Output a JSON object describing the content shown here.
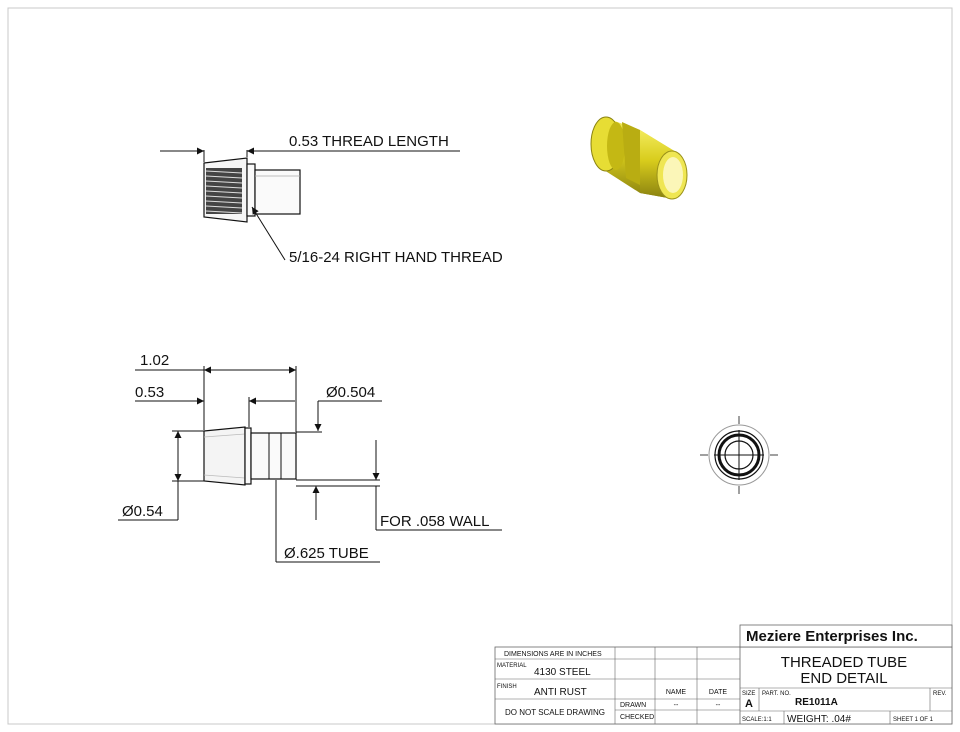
{
  "annotations": {
    "thread_length": "0.53 THREAD LENGTH",
    "thread_spec": "5/16-24 RIGHT HAND THREAD",
    "overall_length": "1.02",
    "threaded_length": "0.53",
    "tip_diameter": "Ø0.504",
    "thread_diameter": "Ø0.54",
    "wall": "FOR .058 WALL",
    "tube": "Ø.625 TUBE"
  },
  "title_block": {
    "company": "Meziere Enterprises Inc.",
    "title_line1": "THREADED TUBE",
    "title_line2": "END DETAIL",
    "dimensions_note": "DIMENSIONS ARE IN INCHES",
    "material_label": "MATERIAL",
    "material": "4130 STEEL",
    "finish_label": "FINISH",
    "finish": "ANTI RUST",
    "no_scale": "DO NOT SCALE DRAWING",
    "name_header": "NAME",
    "date_header": "DATE",
    "drawn_label": "DRAWN",
    "drawn_name": "--",
    "drawn_date": "--",
    "checked_label": "CHECKED",
    "size_label": "SIZE",
    "size": "A",
    "part_no_label": "PART. NO.",
    "part_no": "RE1011A",
    "rev_label": "REV.",
    "scale": "SCALE:1:1",
    "weight": "WEIGHT: .04#",
    "sheet": "SHEET 1 OF 1"
  },
  "colors": {
    "part_body": "#d8cc1c",
    "part_shadow": "#8a8210",
    "line": "#111111"
  }
}
